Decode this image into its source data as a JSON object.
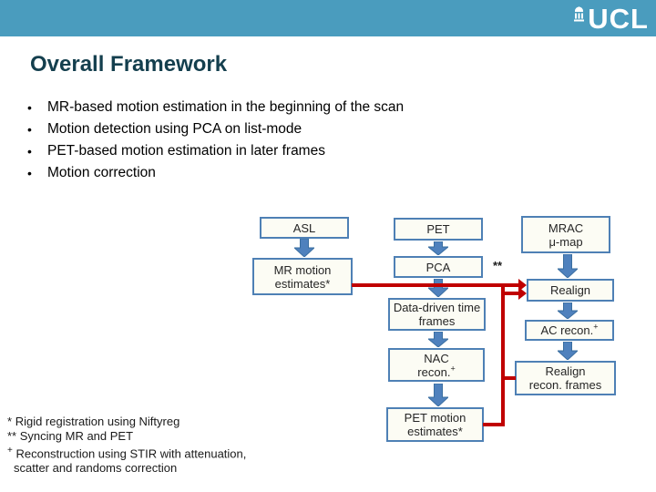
{
  "slide": {
    "logo_text": "UCL",
    "title": "Overall Framework",
    "bullet_char": "•",
    "bullets": [
      "MR-based motion estimation in the beginning of the scan",
      "Motion detection using PCA on list-mode",
      "PET-based motion estimation in later frames",
      "Motion correction"
    ]
  },
  "flowchart": {
    "sync_label": "**",
    "nodes": [
      {
        "lines": [
          "ASL"
        ]
      },
      {
        "lines": [
          "MR motion",
          "estimates*"
        ]
      },
      {
        "lines": [
          "PET"
        ]
      },
      {
        "lines": [
          "PCA"
        ]
      },
      {
        "lines": [
          "Data-driven time",
          "frames"
        ]
      },
      {
        "lines": [
          "NAC",
          "recon."
        ],
        "sup": "+"
      },
      {
        "lines": [
          "PET motion",
          "estimates*"
        ]
      },
      {
        "lines": [
          "MRAC",
          "μ-map"
        ]
      },
      {
        "lines": [
          "Realign"
        ]
      },
      {
        "lines": [
          "AC recon."
        ],
        "sup": "+"
      },
      {
        "lines": [
          "Realign",
          "recon. frames"
        ]
      }
    ]
  },
  "footnotes": [
    {
      "marker": "*",
      "text": "Rigid registration using Niftyreg"
    },
    {
      "marker": "**",
      "text": "Syncing MR and PET"
    },
    {
      "marker": "+",
      "marker_sup": true,
      "text": "Reconstruction using STIR with attenuation,"
    },
    {
      "marker": "",
      "text": "scatter and randoms correction"
    }
  ],
  "colors": {
    "banner": "#4A9CBE",
    "title": "#143F4E",
    "box_border": "#4E80B5",
    "box_fill": "#FCFCF4",
    "arrow_blue": "#4F81BD",
    "connector_red": "#C00000"
  }
}
